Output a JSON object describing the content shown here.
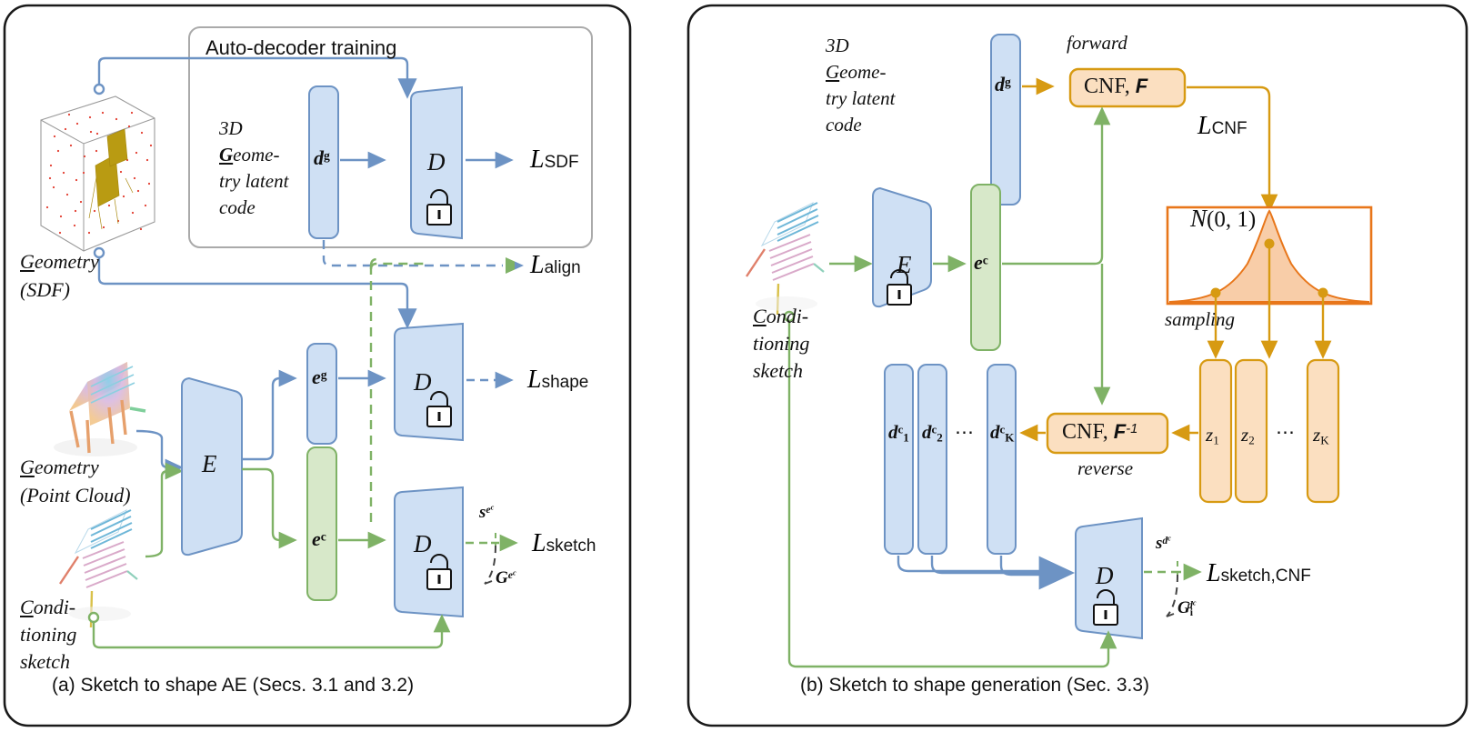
{
  "figure": {
    "title": "Sketch to shape autoencoder and generation pipeline",
    "colors": {
      "blue_fill": "#cfe0f4",
      "blue_stroke": "#6d93c4",
      "green_fill": "#d7e8c9",
      "green_stroke": "#7fb266",
      "orange_fill": "#fbdfc0",
      "orange_stroke": "#d79a12",
      "orange_box_stroke": "#e8761a",
      "gauss_fill": "#f8cda8",
      "gray_stroke": "#aaaaaa",
      "panel_stroke": "#1a1a1a"
    }
  },
  "panel_a": {
    "caption": "(a) Sketch to shape AE (Secs. 3.1 and 3.2)",
    "inner_box_title": "Auto-decoder training",
    "latent_caption_lines": [
      "3D",
      "Geome-",
      "try latent",
      "code"
    ],
    "inputs": [
      {
        "name": "geometry-sdf",
        "lines": [
          "Geometry",
          "(SDF)"
        ],
        "thumb": "sdf-cube-point-cloud-chair"
      },
      {
        "name": "geometry-point-cloud",
        "lines": [
          "Geometry",
          "(Point Cloud)"
        ],
        "thumb": "colored-point-cloud-chair"
      },
      {
        "name": "conditioning-sketch",
        "lines": [
          "Condi-",
          "tioning",
          "sketch"
        ],
        "thumb": "colored-sketch-chair"
      }
    ],
    "blocks": {
      "dg": "d",
      "dg_sup": "g",
      "eg": "e",
      "eg_sup": "g",
      "ec": "e",
      "ec_sup": "c",
      "encoder": "E",
      "decoder": "D",
      "lock_icon": "lock-icon"
    },
    "losses": [
      {
        "name": "loss-sdf",
        "cal": "L",
        "sub": "SDF"
      },
      {
        "name": "loss-align",
        "cal": "L",
        "sub": "align"
      },
      {
        "name": "loss-shape",
        "cal": "L",
        "sub": "shape"
      },
      {
        "name": "loss-sketch",
        "cal": "L",
        "sub": "sketch"
      }
    ],
    "annotations": [
      {
        "name": "sketch-output-s",
        "base": "s",
        "sup": "e",
        "sup2": "c"
      },
      {
        "name": "sketch-gt-G",
        "base": "G",
        "sup": "e",
        "sup2": "c"
      }
    ]
  },
  "panel_b": {
    "caption": "(b) Sketch to shape generation (Sec. 3.3)",
    "latent_caption_lines": [
      "3D",
      "Geome-",
      "try latent",
      "code"
    ],
    "inputs": [
      {
        "name": "conditioning-sketch",
        "lines": [
          "Condi-",
          "tioning",
          "sketch"
        ],
        "thumb": "colored-sketch-chair"
      }
    ],
    "blocks": {
      "dg": "d",
      "dg_sup": "g",
      "ec": "e",
      "ec_sup": "c",
      "encoder": "E",
      "decoder": "D",
      "lock_icon": "lock-icon",
      "cnf_forward": "CNF, F",
      "cnf_forward_name": "CNF",
      "cnf_forward_fn": "F",
      "cnf_reverse_name": "CNF",
      "cnf_reverse_fn": "F",
      "cnf_reverse_sup": "-1"
    },
    "flow_labels": {
      "forward": "forward",
      "reverse": "reverse",
      "sampling": "sampling"
    },
    "gaussian": {
      "label_cal": "N",
      "label_args": "(0, 1)",
      "name": "standard-normal-distribution"
    },
    "d_codes": [
      {
        "base": "d",
        "sup": "c",
        "sub": "1"
      },
      {
        "base": "d",
        "sup": "c",
        "sub": "2"
      },
      {
        "ellipsis": "⋯"
      },
      {
        "base": "d",
        "sup": "c",
        "sub": "K"
      }
    ],
    "z_codes": [
      {
        "base": "z",
        "sub": "1"
      },
      {
        "base": "z",
        "sub": "2"
      },
      {
        "ellipsis": "⋯"
      },
      {
        "base": "z",
        "sub": "K"
      }
    ],
    "losses": [
      {
        "name": "loss-cnf",
        "cal": "L",
        "sub": "CNF"
      },
      {
        "name": "loss-sketch-cnf",
        "cal": "L",
        "sub": "sketch,CNF"
      }
    ],
    "annotations": [
      {
        "name": "sketch-output-s-dc",
        "base": "s",
        "sup": "d",
        "sup2": "c"
      },
      {
        "name": "sketch-gt-G-dc",
        "base": "G",
        "sub": "i",
        "sup": "d",
        "sup2": "c"
      }
    ]
  }
}
